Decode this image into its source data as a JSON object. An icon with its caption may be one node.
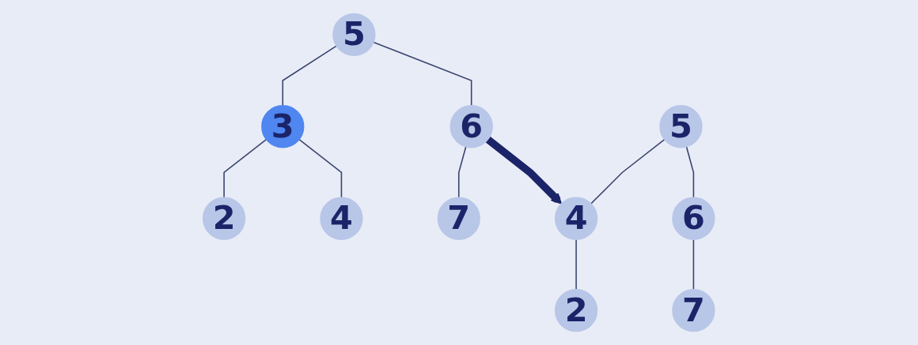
{
  "diagram": {
    "nodes": [
      {
        "text": [
          "5"
        ]
      },
      {
        "text": [
          "3"
        ]
      },
      {
        "text": [
          "6"
        ]
      },
      {
        "text": [
          "2"
        ]
      },
      {
        "text": [
          "4"
        ]
      },
      {
        "text": [
          "7"
        ]
      },
      {
        "text": [
          "5"
        ]
      },
      {
        "text": [
          "4"
        ]
      },
      {
        "text": [
          "6"
        ]
      },
      {
        "text": [
          "2"
        ]
      },
      {
        "text": [
          "7"
        ]
      }
    ],
    "edges": [
      {
        "from": 0,
        "to": 1,
        "arrow": "none"
      },
      {
        "from": 0,
        "to": 2,
        "arrow": "none"
      },
      {
        "from": 1,
        "to": 3,
        "arrow": "none"
      },
      {
        "from": 1,
        "to": 4,
        "arrow": "none"
      },
      {
        "from": 2,
        "to": 5,
        "arrow": "none"
      },
      {
        "from": 2,
        "to": 7,
        "arrow": "to",
        "style": "thick",
        "color": "#1b2468"
      },
      {
        "from": 6,
        "to": 7,
        "arrow": "none"
      },
      {
        "from": 6,
        "to": 8,
        "arrow": "none"
      },
      {
        "from": 7,
        "to": 9,
        "arrow": "none"
      },
      {
        "from": 8,
        "to": 10,
        "arrow": "none"
      }
    ]
  }
}
